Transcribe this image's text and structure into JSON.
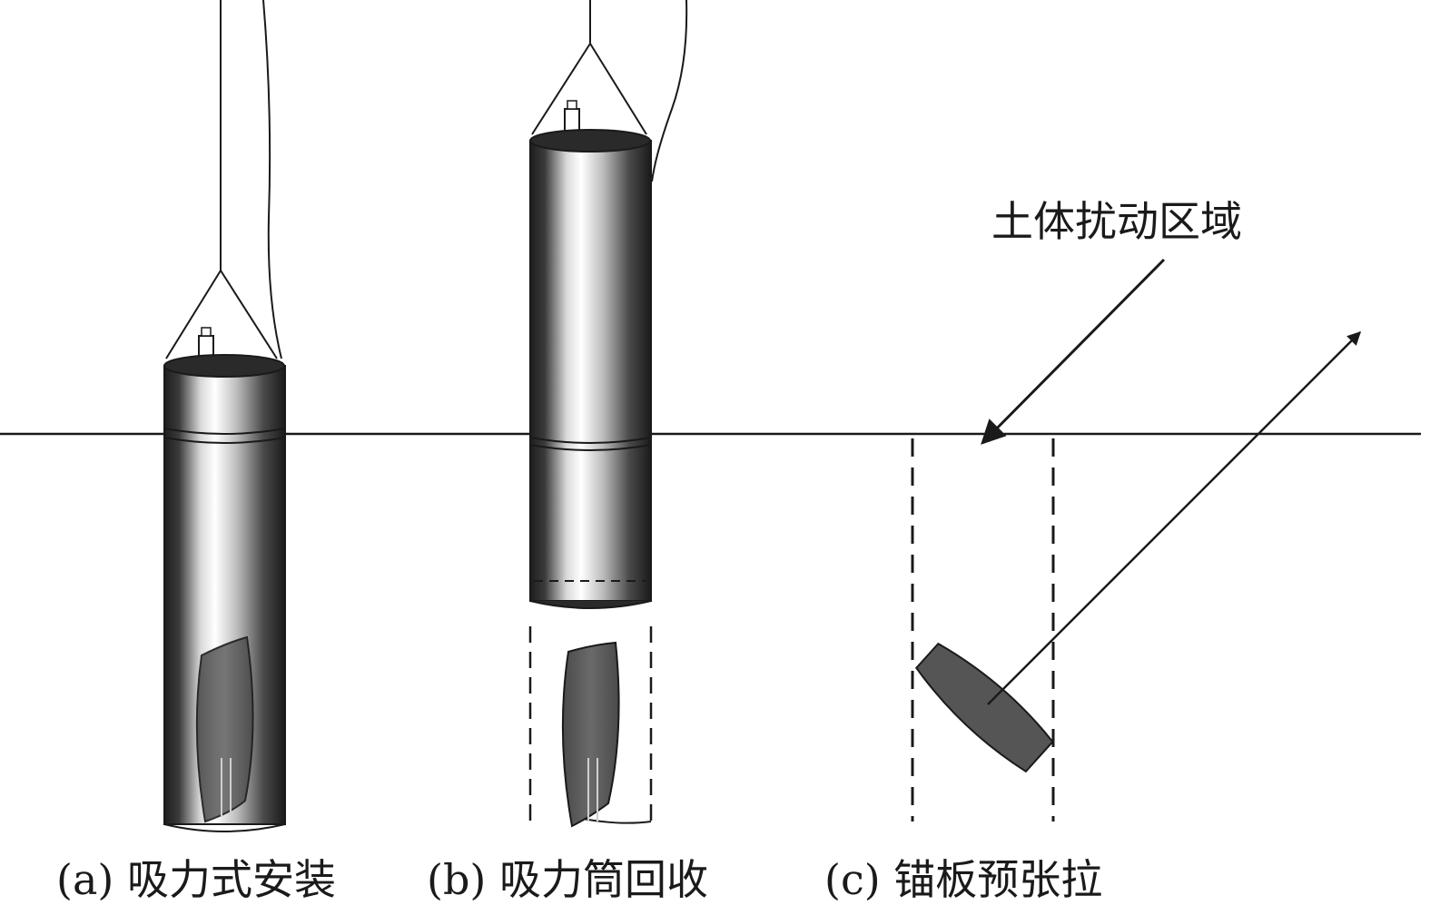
{
  "captions": {
    "a": "(a) 吸力式安装",
    "b": "(b) 吸力筒回收",
    "c": "(c) 锚板预张拉"
  },
  "annotation": "土体扰动区域",
  "colors": {
    "line": "#1a1a1a",
    "cylinder_dark": "#2a2a2a",
    "cylinder_light": "#ffffff",
    "plate": "#555555"
  }
}
